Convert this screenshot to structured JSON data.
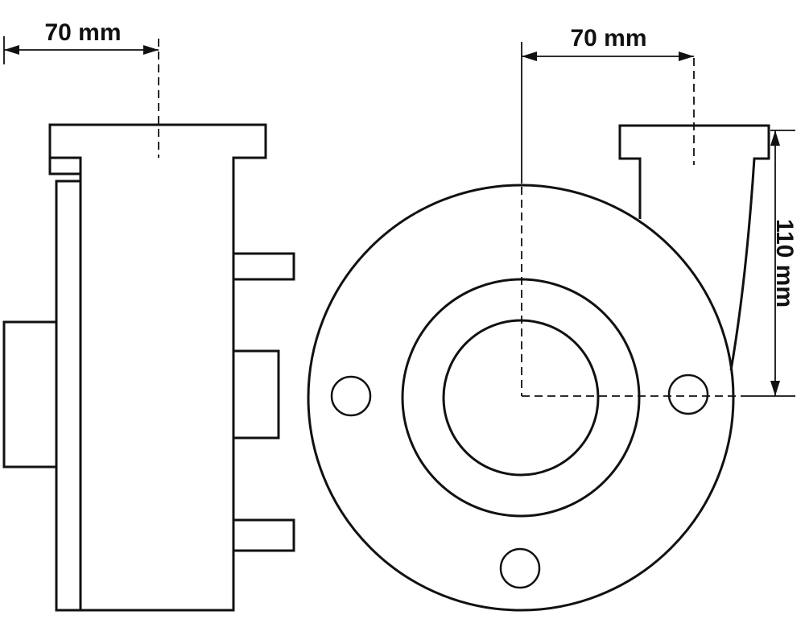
{
  "drawing": {
    "dimensions": {
      "side_width_label": "70 mm",
      "pipe_offset_label": "70 mm",
      "pipe_height_label": "110 mm"
    },
    "colors": {
      "line": "#111111",
      "background": "#ffffff"
    }
  }
}
